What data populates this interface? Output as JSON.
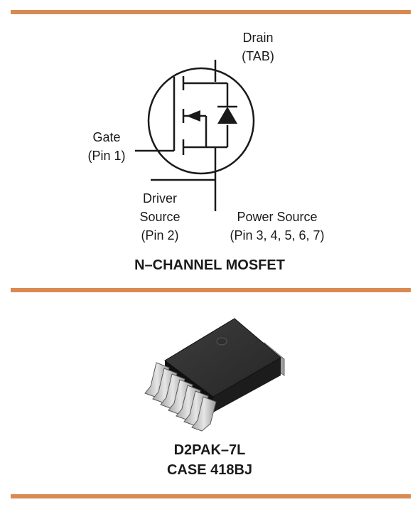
{
  "schematic": {
    "drain": {
      "line1": "Drain",
      "line2": "(TAB)"
    },
    "gate": {
      "line1": "Gate",
      "line2": "(Pin 1)"
    },
    "driver_source": {
      "line1": "Driver",
      "line2": "Source",
      "line3": "(Pin 2)"
    },
    "power_source": {
      "line1": "Power Source",
      "line2": "(Pin 3, 4, 5, 6, 7)"
    },
    "title": "N–CHANNEL MOSFET"
  },
  "package": {
    "name": "D2PAK–7L",
    "case": "CASE 418BJ"
  },
  "colors": {
    "divider": "#d98a52",
    "body_dark": "#2b2b2b",
    "lead_metal": "#c9c9c9"
  }
}
